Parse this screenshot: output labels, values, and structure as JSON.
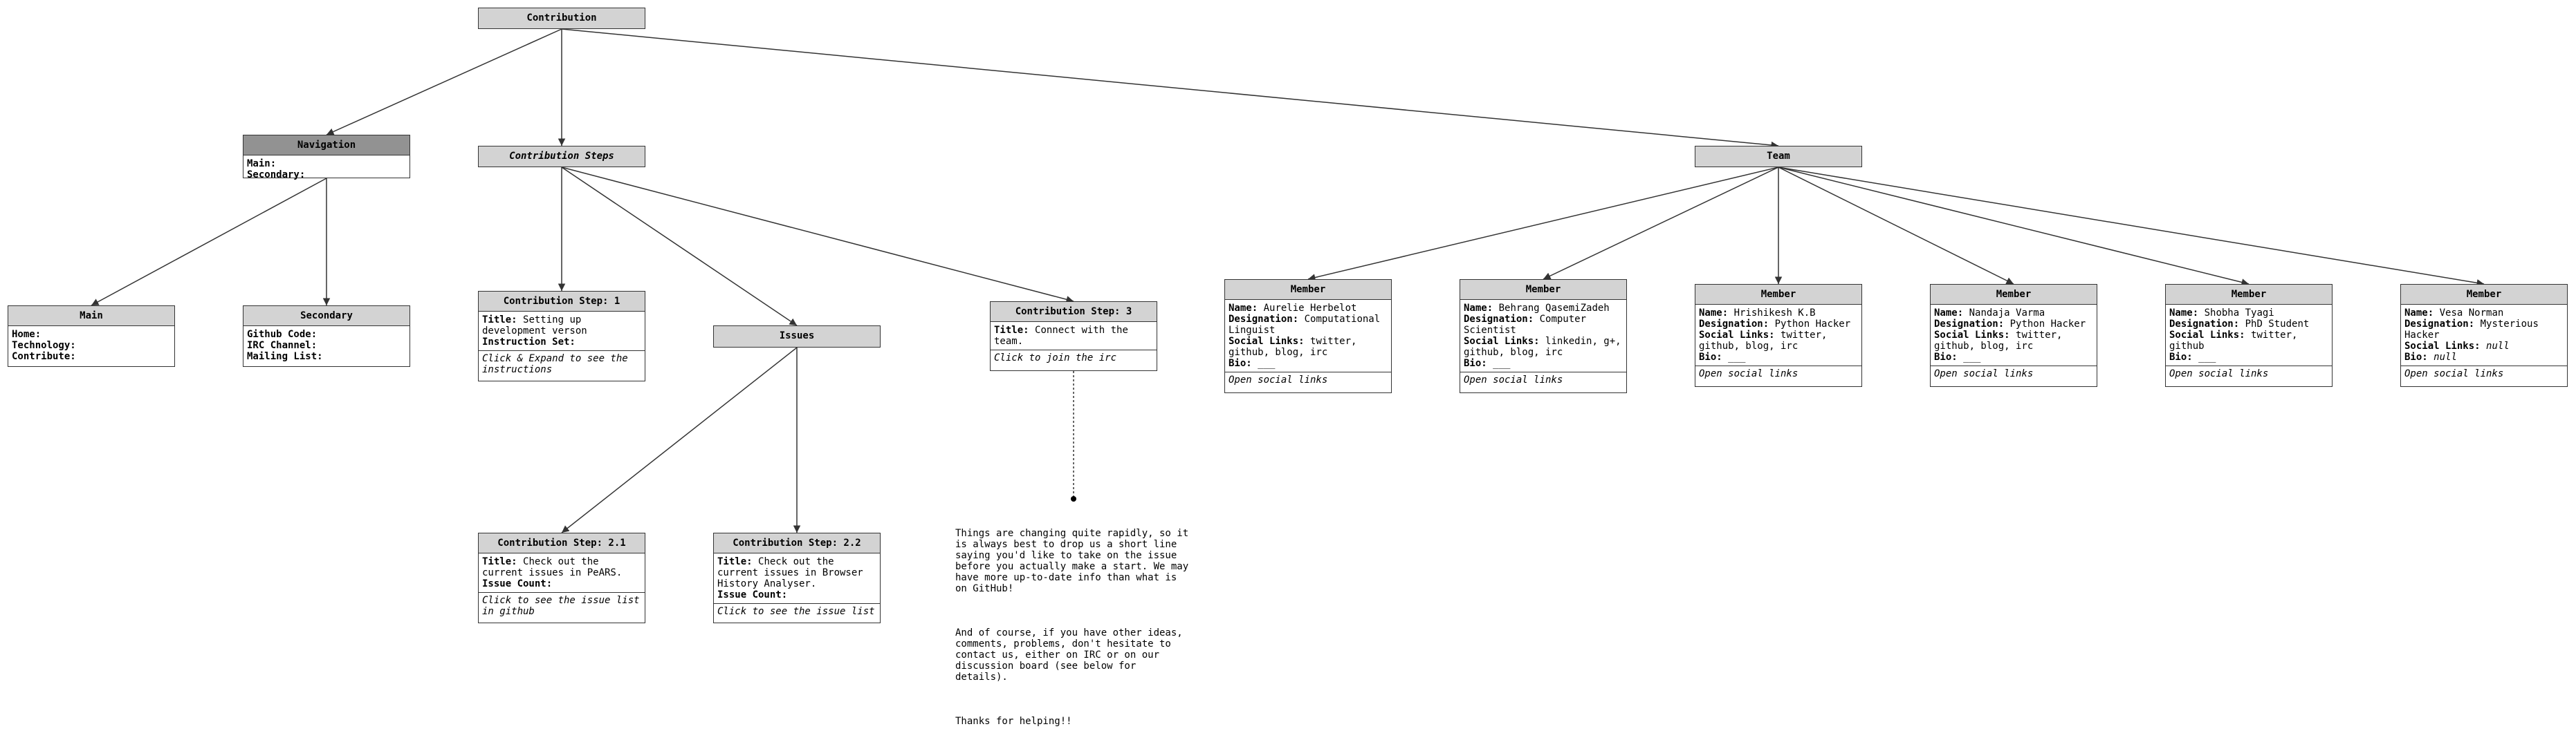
{
  "nodes": {
    "contribution": {
      "title": "Contribution"
    },
    "navigation": {
      "title": "Navigation",
      "rows": [
        {
          "label": "Main:",
          "value": ""
        },
        {
          "label": "Secondary:",
          "value": ""
        }
      ]
    },
    "contribution_steps": {
      "title": "Contribution Steps"
    },
    "team": {
      "title": "Team"
    },
    "main": {
      "title": "Main",
      "rows": [
        {
          "label": "Home:",
          "value": ""
        },
        {
          "label": "Technology:",
          "value": ""
        },
        {
          "label": "Contribute:",
          "value": ""
        }
      ]
    },
    "secondary": {
      "title": "Secondary",
      "rows": [
        {
          "label": "Github Code:",
          "value": ""
        },
        {
          "label": "IRC Channel:",
          "value": ""
        },
        {
          "label": "Mailing List:",
          "value": ""
        }
      ]
    },
    "step1": {
      "title": "Contribution Step: 1",
      "title_label": "Title:",
      "title_value": "Setting up development verson",
      "instr_label": "Instruction Set:",
      "footer": "Click & Expand to see the instructions"
    },
    "issues": {
      "title": "Issues"
    },
    "step3": {
      "title": "Contribution Step: 3",
      "title_label": "Title:",
      "title_value": "Connect with the team.",
      "footer": "Click to join the irc"
    },
    "step21": {
      "title": "Contribution Step: 2.1",
      "title_label": "Title:",
      "title_value": "Check out the current issues in PeARS.",
      "count_label": "Issue Count:",
      "footer": "Click to see the issue list in github"
    },
    "step22": {
      "title": "Contribution Step: 2.2",
      "title_label": "Title:",
      "title_value": "Check out the current issues in Browser History Analyser.",
      "count_label": "Issue Count:",
      "footer": "Click to see the issue list"
    },
    "members": [
      {
        "title": "Member",
        "name": "Aurelie Herbelot",
        "designation": "Computational Linguist",
        "social": "twitter, github, blog, irc",
        "bio": "___",
        "footer": "Open social links"
      },
      {
        "title": "Member",
        "name": "Behrang QasemiZadeh",
        "designation": "Computer Scientist",
        "social": "linkedin, g+, github, blog, irc",
        "bio": "___",
        "footer": "Open social links"
      },
      {
        "title": "Member",
        "name": "Hrishikesh K.B",
        "designation": "Python Hacker",
        "social": "twitter, github, blog, irc",
        "bio": "___",
        "footer": "Open social links"
      },
      {
        "title": "Member",
        "name": "Nandaja Varma",
        "designation": "Python Hacker",
        "social": "twitter, github, blog, irc",
        "bio": "___",
        "footer": "Open social links"
      },
      {
        "title": "Member",
        "name": "Shobha Tyagi",
        "designation": "PhD Student",
        "social": "twitter, github",
        "bio": "___",
        "footer": "Open social links"
      },
      {
        "title": "Member",
        "name": "Vesa Norman",
        "designation": "Mysterious Hacker",
        "social": "null",
        "bio": "null",
        "footer": "Open social links"
      }
    ],
    "member_labels": {
      "name": "Name:",
      "designation": "Designation:",
      "social": "Social Links:",
      "bio": "Bio:"
    }
  },
  "note": {
    "p1": "Things are changing quite rapidly, so it is always best to drop us a short line saying you'd like to take on the issue before you actually make a start. We may have more up-to-date info than what is on GitHub!",
    "p2": "And of course, if you have other ideas, comments, problems, don't hesitate to contact us, either on IRC or on our discussion board (see below for details).",
    "p3": "Thanks for helping!!"
  }
}
